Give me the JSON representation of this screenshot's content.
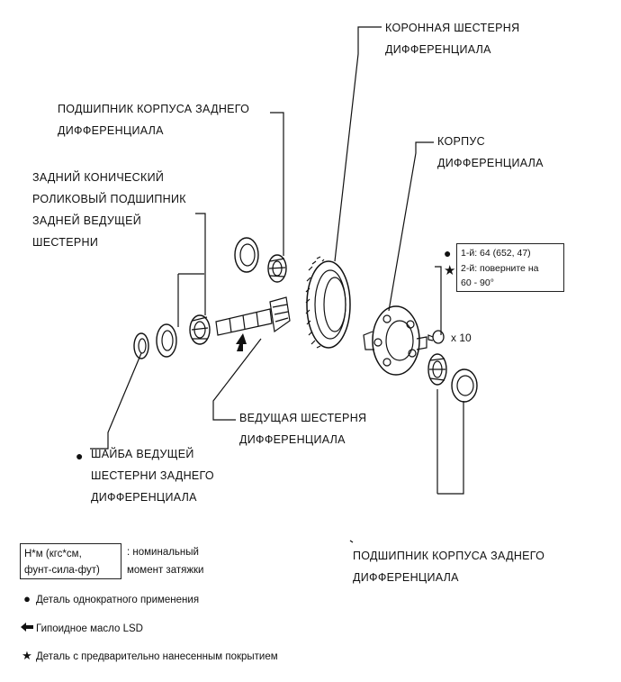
{
  "labels": {
    "ring_gear": [
      "КОРОННАЯ ШЕСТЕРНЯ",
      "ДИФФЕРЕНЦИАЛА"
    ],
    "rear_bearing_top": [
      "ПОДШИПНИК КОРПУСА ЗАДНЕГО",
      "ДИФФЕРЕНЦИАЛА"
    ],
    "diff_case": [
      "КОРПУС",
      "ДИФФЕРЕНЦИАЛА"
    ],
    "pinion_rear_bearing": [
      "ЗАДНИЙ КОНИЧЕСКИЙ",
      "РОЛИКОВЫЙ ПОДШИПНИК",
      "ЗАДНЕЙ ВЕДУЩЕЙ",
      "ШЕСТЕРНИ"
    ],
    "drive_pinion": [
      "ВЕДУЩАЯ ШЕСТЕРНЯ",
      "ДИФФЕРЕНЦИАЛА"
    ],
    "pinion_washer": [
      "ШАЙБА ВЕДУЩЕЙ",
      "ШЕСТЕРНИ ЗАДНЕГО",
      "ДИФФЕРЕНЦИАЛА"
    ],
    "rear_bearing_bottom": [
      "ПОДШИПНИК КОРПУСА ЗАДНЕГО",
      "ДИФФЕРЕНЦИАЛА"
    ]
  },
  "torque": {
    "first": "1-й: 64 (652, 47)",
    "second": "2-й: поверните на",
    "angle": "60 - 90°",
    "count": "x 10"
  },
  "legend": {
    "unit_line1": "Н*м (кгс*см,",
    "unit_line2": "фунт-сила-фут)",
    "nominal_line1": ": номинальный",
    "nominal_line2": "момент затяжки",
    "single_use": "Деталь однократного применения",
    "lsd_oil": "Гипоидное масло LSD",
    "precoated": "Деталь с предварительно нанесенным покрытием"
  },
  "symbols": {
    "dot": "●",
    "star": "★"
  }
}
